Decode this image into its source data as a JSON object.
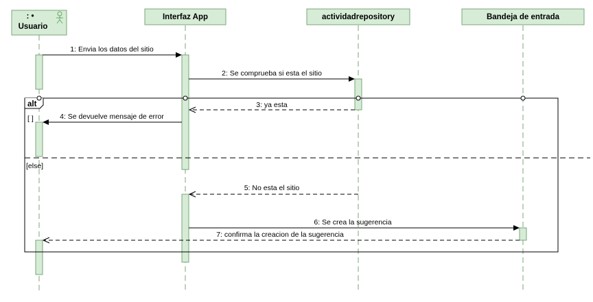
{
  "lifelines": [
    {
      "id": "usuario",
      "stereotype": ": •",
      "label": "Usuario",
      "actor": true
    },
    {
      "id": "interfaz",
      "label": "Interfaz App"
    },
    {
      "id": "repo",
      "label": "actividadrepository"
    },
    {
      "id": "bandeja",
      "label": "Bandeja de entrada"
    }
  ],
  "fragment": {
    "operator": "alt",
    "guards": [
      "[ ]",
      "[else]"
    ]
  },
  "messages": [
    {
      "label": "1: Envia los datos del sitio",
      "from": "usuario",
      "to": "interfaz",
      "kind": "sync"
    },
    {
      "label": "2: Se comprueba si esta el sitio",
      "from": "interfaz",
      "to": "repo",
      "kind": "sync"
    },
    {
      "label": "3: ya esta",
      "from": "repo",
      "to": "interfaz",
      "kind": "return"
    },
    {
      "label": "4: Se devuelve mensaje de error",
      "from": "interfaz",
      "to": "usuario",
      "kind": "sync"
    },
    {
      "label": "5: No esta el sitio",
      "from": "repo",
      "to": "interfaz",
      "kind": "return"
    },
    {
      "label": "6: Se crea la sugerencia",
      "from": "interfaz",
      "to": "bandeja",
      "kind": "sync"
    },
    {
      "label": "7: confirma la creacion de la sugerencia",
      "from": "bandeja",
      "to": "usuario",
      "kind": "return"
    }
  ],
  "colors": {
    "header_fill": "#d6ecd6",
    "header_border": "#7aa57a",
    "activation_fill": "#d6ecd6",
    "lifeline": "#7aa57a",
    "line": "#000000",
    "actor": "#66aa66"
  }
}
